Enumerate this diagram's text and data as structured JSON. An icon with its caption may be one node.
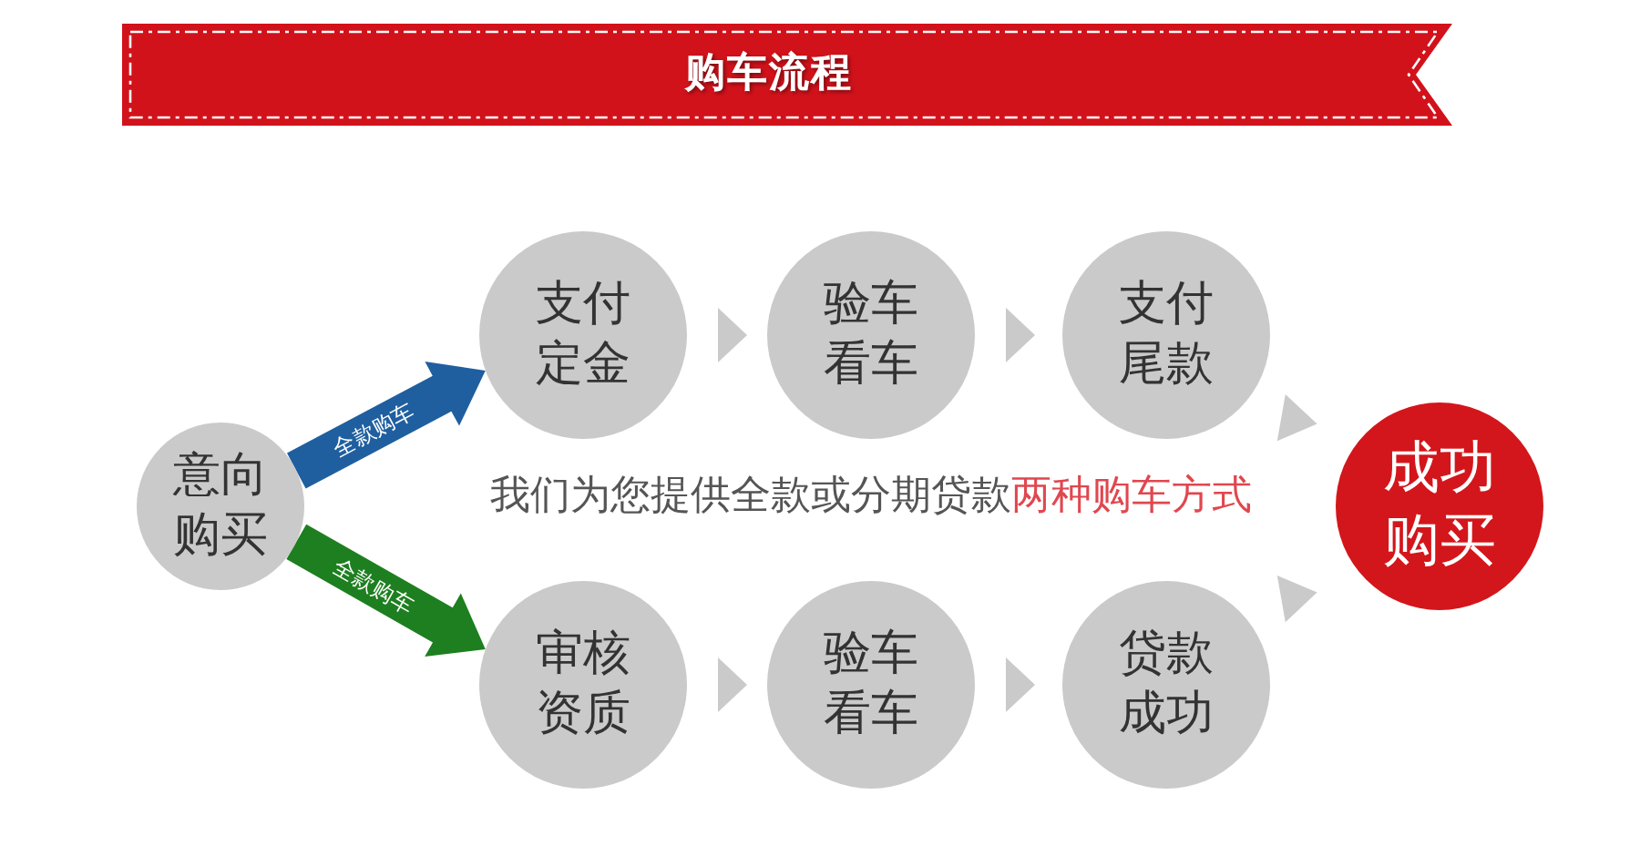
{
  "diagram": {
    "title": "购车流程",
    "nodes": [
      {
        "text": [
          "意向购买"
        ]
      },
      {
        "text": [
          "支付定金"
        ]
      },
      {
        "text": [
          "验车看车"
        ]
      },
      {
        "text": [
          "支付尾款"
        ]
      },
      {
        "text": [
          "审核资质"
        ]
      },
      {
        "text": [
          "验车看车"
        ]
      },
      {
        "text": [
          "贷款成功"
        ]
      },
      {
        "text": [
          "成功购买"
        ]
      }
    ],
    "edges": [
      {
        "from": 0,
        "to": 1,
        "arrow": "to",
        "label": "全款购车",
        "style": "thick",
        "color": "#1f5f9f"
      },
      {
        "from": 0,
        "to": 4,
        "arrow": "to",
        "label": "全款购车",
        "style": "thick",
        "color": "#1d7f1f"
      },
      {
        "from": 1,
        "to": 2,
        "arrow": "to"
      },
      {
        "from": 2,
        "to": 3,
        "arrow": "to"
      },
      {
        "from": 3,
        "to": 7,
        "arrow": "to"
      },
      {
        "from": 4,
        "to": 5,
        "arrow": "to"
      },
      {
        "from": 5,
        "to": 6,
        "arrow": "to"
      },
      {
        "from": 6,
        "to": 7,
        "arrow": "to"
      }
    ],
    "labels": [
      "我们为您提供全款或分期贷款",
      "两种购车方式"
    ]
  }
}
